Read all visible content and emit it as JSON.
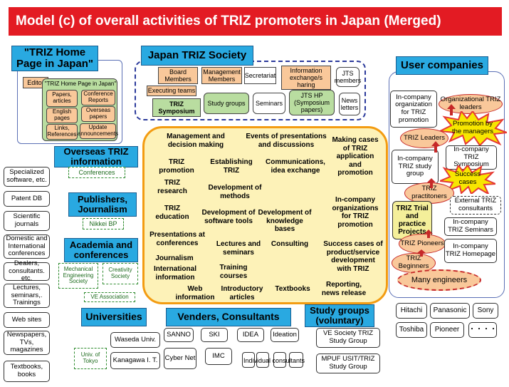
{
  "title": "Model (c) of overall activities of TRIZ promoters in Japan (Merged)",
  "home_page": {
    "header": "\"TRIZ Home Page in Japan\"",
    "editor": "Editor",
    "inner_title": "\"TRIZ Home Page in Japan\"",
    "items": [
      "Papers, articles",
      "Conference Reports",
      "English pages",
      "Overseas papers",
      "Links, References",
      "Update announcements"
    ]
  },
  "jts": {
    "header": "Japan TRIZ Society",
    "board": "Board Members",
    "management": "Management Members",
    "secretariat": "Secretariat",
    "info_exchange": "Information exchange/s haring",
    "jts_members": "JTS members",
    "executing": "Executing teams",
    "symposium": "TRIZ Symposium",
    "study_groups": "Study groups",
    "seminars": "Seminars",
    "jts_hp": "JTS HP (Symposium papers)",
    "news": "News letters"
  },
  "center": {
    "items": [
      "Management and decision making",
      "Events of presentations and discussions",
      "Making cases of TRIZ application and promotion",
      "TRIZ promotion",
      "Establishing TRIZ",
      "Communications, idea exchange",
      "TRIZ research",
      "Development of methods",
      "In-company organizations for TRIZ promotion",
      "TRIZ education",
      "Development of software tools",
      "Development of knowledge bases",
      "Presentations at conferences",
      "Lectures and seminars",
      "Consulting",
      "Success cases of product/service development with TRIZ",
      "Journalism",
      "International information",
      "Training courses",
      "Web information",
      "Introductory articles",
      "Textbooks",
      "Reporting, news release"
    ]
  },
  "user_companies": {
    "header": "User companies",
    "in_company_org": "In-company organization for TRIZ promotion",
    "org_leaders": "Organizational TRIZ leaders",
    "promotion_managers": "Promotion by the managers",
    "triz_leaders": "TRIZ Leaders",
    "study_group": "In-company TRIZ study group",
    "symposium": "In-company TRIZ Symposium",
    "success_cases": "Success cases",
    "practitioners": "TRIZ practitoners",
    "trial": "TRIZ Trial and practice Projects",
    "external_consultants": "External TRIZ consultants",
    "seminars": "In-company TRIZ Seminars",
    "pioneers": "TRIZ Pioneers",
    "homepage": "In-company TRIZ Homepage",
    "beginners": "TRIZ Beginners",
    "many_engineers": "Many engineers"
  },
  "companies": [
    "Hitachi",
    "Panasonic",
    "Sony",
    "Toshiba",
    "Pioneer",
    "・・・・"
  ],
  "left_column": [
    "Specialized software, etc.",
    "Patent DB",
    "Scientific journals",
    "Domestic and International conferences",
    "Dealers, consultants. etc.",
    "Lectures, seminars,. Trainings",
    "Web sites",
    "Newspapers, TVs, magazines",
    "Textbooks, books"
  ],
  "overseas": {
    "header": "Overseas TRIZ information",
    "item": "Conferences"
  },
  "publishers": {
    "header": "Publishers, Journalism",
    "item": "Nikkei BP"
  },
  "academia": {
    "header": "Academia and conferences",
    "mes": "Mechanical Engineering Society",
    "creativity": "Creativity Society",
    "ve": "VE Association"
  },
  "universities": {
    "header": "Universities",
    "waseda": "Waseda Univ.",
    "kanagawa": "Kanagawa I. T.",
    "tokyo": "Univ. of Tokyo"
  },
  "venders": {
    "header": "Venders, Consultants",
    "sanno": "SANNO",
    "ski": "SKI",
    "idea": "IDEA",
    "ideation": "Ideation",
    "cybernet": "Cyber Net",
    "imc": "IMC",
    "individual": "Individual consultants"
  },
  "study_groups_vol": {
    "header": "Study groups (voluntary)",
    "ve_society": "VE Society TRIZ Study Group",
    "mpuf": "MPUF USIT/TRIZ Study Group"
  },
  "colors": {
    "title_bg": "#e31b23",
    "header_blue": "#29a9e1",
    "center_bg": "#fdf2b8",
    "center_border": "#f39c12",
    "peach": "#f9c89a",
    "green": "#b9dda0",
    "dash_navy": "#2b3a9b"
  }
}
